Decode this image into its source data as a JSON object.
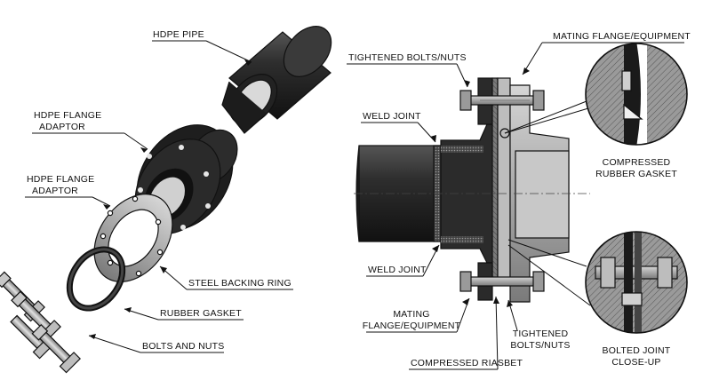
{
  "labels": {
    "hdpe_pipe": "HDPE PIPE",
    "hdpe_flange_adaptor_1_l1": "HDPE FLANGE",
    "hdpe_flange_adaptor_1_l2": "ADAPTOR",
    "hdpe_flange_adaptor_2_l1": "HDPE FLANGE",
    "hdpe_flange_adaptor_2_l2": "ADAPTOR",
    "steel_backing_ring": "STEEL BACKING RING",
    "rubber_gasket": "RUBBER GASKET",
    "bolts_and_nuts": "BOLTS AND NUTS",
    "tightened_bolts_top": "TIGHTENED BOLTS/NUTS",
    "mating_flange_top": "MATING FLANGE/EQUIPMENT",
    "weld_joint_top": "WELD JOINT",
    "weld_joint_bottom": "WELD JOINT",
    "mating_flange_bottom_l1": "MATING",
    "mating_flange_bottom_l2": "FLANGE/EQUIPMENT",
    "compressed_riasbet": "COMPRESSED RIASBET",
    "tightened_bolts_bottom_l1": "TIGHTENED",
    "tightened_bolts_bottom_l2": "BOLTS/NUTS",
    "compressed_gasket_l1": "COMPRESSED",
    "compressed_gasket_l2": "RUBBER GASKET",
    "bolted_joint_l1": "BOLTED JOINT",
    "bolted_joint_l2": "CLOSE-UP"
  },
  "colors": {
    "pipe": "#2a2a2a",
    "steel": "#9a9a9a",
    "outline": "#111111"
  }
}
